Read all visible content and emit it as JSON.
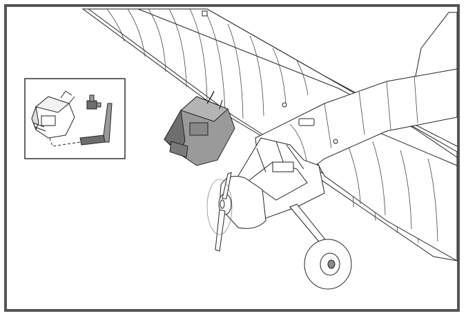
{
  "figure": {
    "type": "assembly-illustration",
    "subject": "high-wing-airplane-receiver-installation",
    "colors": {
      "frame": "#555555",
      "line": "#222222",
      "highlight_fill": "#9a9a9a",
      "highlight_fill_dark": "#6e6e6e",
      "background": "#ffffff"
    },
    "inset": {
      "components": [
        "receiver",
        "antenna-connector",
        "antenna-module"
      ]
    }
  }
}
